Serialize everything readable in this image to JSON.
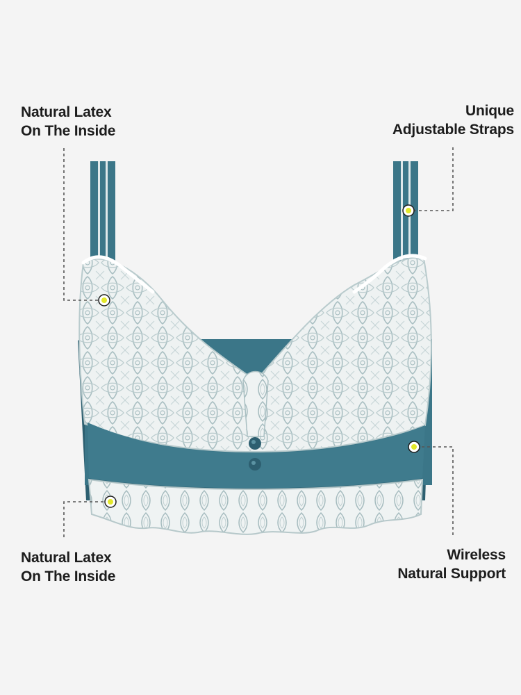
{
  "callouts": {
    "top_left": {
      "line1": "Natural Latex",
      "line2": "On The Inside"
    },
    "top_right": {
      "line1": "Unique",
      "line2": "Adjustable Straps"
    },
    "bottom_left": {
      "line1": "Natural Latex",
      "line2": "On The Inside"
    },
    "bottom_right": {
      "line1": "Wireless",
      "line2": "Natural Support"
    }
  },
  "colors": {
    "background": "#f4f4f4",
    "teal": "#3b7688",
    "teal_dark": "#2d5f70",
    "lace": "#eef2f2",
    "lace_line": "#a9bfc2",
    "marker": "#e3e82a",
    "text": "#1c1c1c"
  }
}
